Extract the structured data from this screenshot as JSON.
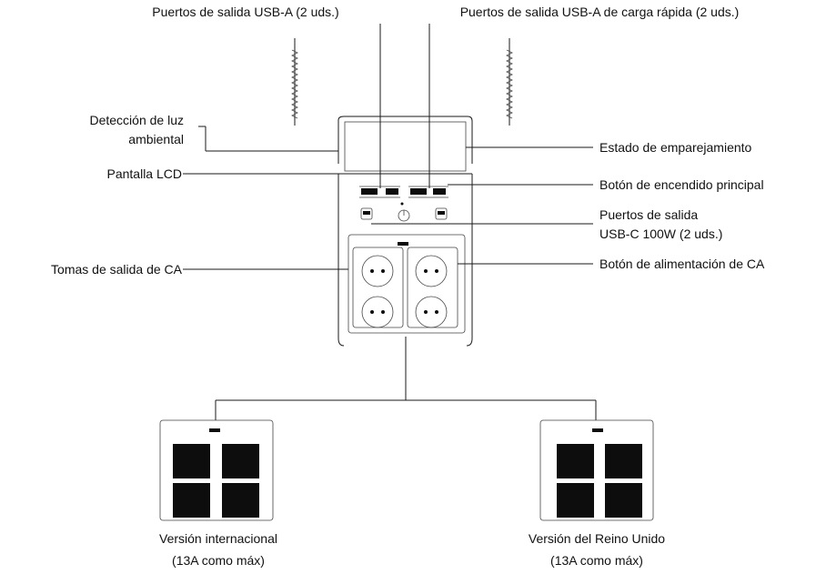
{
  "labels": {
    "usb_a_outputs": "Puertos de salida USB-A (2 uds.)",
    "usb_a_fast_outputs": "Puertos de salida USB-A de carga rápida (2 uds.)",
    "ambient_light_line1": "Detección de luz",
    "ambient_light_line2": "ambiental",
    "pairing_status": "Estado de emparejamiento",
    "lcd_screen": "Pantalla LCD",
    "main_power_button": "Botón de encendido principal",
    "usb_c_outputs_line1": "Puertos de salida",
    "usb_c_outputs_line2": "USB-C 100W (2 uds.)",
    "ac_outlets": "Tomas de salida de CA",
    "ac_power_button": "Botón de alimentación de CA"
  },
  "variants": [
    {
      "name": "Versión internacional",
      "detail": "(13A como máx)"
    },
    {
      "name": "Versión del Reino Unido",
      "detail": "(13A como máx)"
    }
  ],
  "colors": {
    "line": "#1a1a1a",
    "socket_fill": "#0d0d0d",
    "background": "#ffffff"
  }
}
